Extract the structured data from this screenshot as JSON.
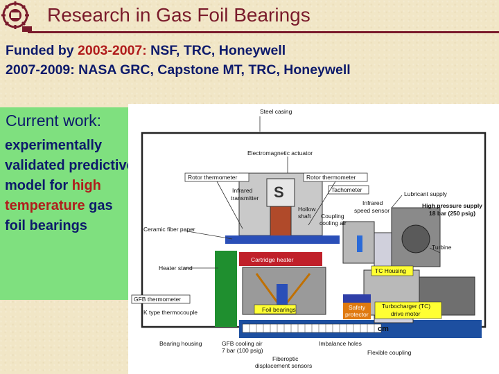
{
  "header": {
    "title": "Research in Gas Foil Bearings"
  },
  "funding": {
    "line1_prefix": "Funded by",
    "line1_years": "2003-2007:",
    "line1_sponsors": "NSF, TRC, Honeywell",
    "line2": "2007-2009: NASA GRC, Capstone MT, TRC,  Honeywell"
  },
  "current_work": {
    "heading": "Current work:",
    "text_1": "experimentally validated predictive model for",
    "text_highlight": "high temperature",
    "text_2": "gas foil bearings"
  },
  "diagram": {
    "labels": {
      "steel_casing": "Steel casing",
      "em_actuator": "Electromagnetic actuator",
      "rotor_thermo_left": "Rotor thermometer",
      "rotor_thermo_right": "Rotor thermometer",
      "tachometer": "Tachometer",
      "lubricant_supply": "Lubricant supply",
      "infrared_transmitter_1": "Infrared",
      "infrared_transmitter_2": "transmitter",
      "hollow_shaft_1": "Hollow",
      "hollow_shaft_2": "shaft",
      "coupling_air_1": "Coupling",
      "coupling_air_2": "cooling air",
      "infrared_speed_1": "Infrared",
      "infrared_speed_2": "speed sensor",
      "hp_supply_1": "High pressure supply",
      "hp_supply_2": "18 bar (250 psig)",
      "ceramic_paper": "Ceramic fiber paper",
      "turbine": "Turbine",
      "heater_stand": "Heater stand",
      "cartridge_heater": "Cartridge heater",
      "tc_housing": "TC Housing",
      "gfb_thermometer": "GFB thermometer",
      "k_type": "K type thermocouple",
      "foil_bearings": "Foil bearings",
      "safety_1": "Safety",
      "safety_2": "protector",
      "turbocharger_1": "Turbocharger (TC)",
      "turbocharger_2": "drive motor",
      "cm": "cm",
      "bearing_housing": "Bearing housing",
      "gfb_cooling_1": "GFB cooling air",
      "gfb_cooling_2": "7 bar (100 psig)",
      "imbalance_holes": "Imbalance holes",
      "flexible_coupling": "Flexible coupling",
      "fiberoptic_1": "Fiberoptic",
      "fiberoptic_2": "displacement sensors"
    }
  }
}
